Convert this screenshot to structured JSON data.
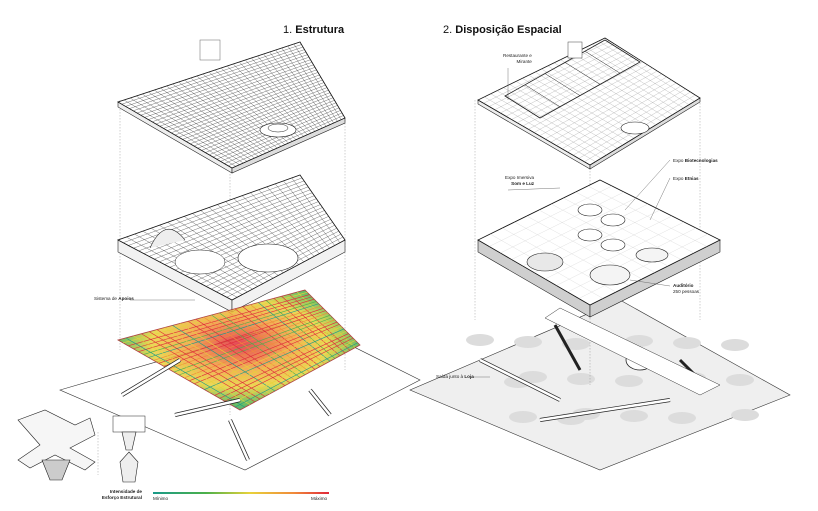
{
  "sections": {
    "structure": {
      "number": "1.",
      "title": "Estrutura"
    },
    "spatial": {
      "number": "2.",
      "title": "Disposição Espacial"
    }
  },
  "labels": {
    "supports": {
      "prefix": "Sistema de",
      "bold": "Apoios"
    },
    "restaurant": {
      "line1": "Restaurante e",
      "line2": "Mirante"
    },
    "immersive": {
      "line1": "Expo Imersiva",
      "bold": "Som e Luz"
    },
    "biotech": {
      "prefix": "Expo",
      "bold": "Biotecnologias"
    },
    "ethnic": {
      "prefix": "Expo",
      "bold": "Etnias"
    },
    "auditorium": {
      "bold": "Auditório",
      "line2": "250 pessoas"
    },
    "exit": {
      "prefix": "Saída junto à",
      "bold": "Loja"
    }
  },
  "legend": {
    "title_line1": "Intensidade de",
    "title_line2": "Esforço Estrutural",
    "min": "Mínimo",
    "max": "Máximo",
    "colors": [
      "#1a9a8a",
      "#4bb04a",
      "#e8d23a",
      "#f08a3a",
      "#e0283a"
    ]
  }
}
